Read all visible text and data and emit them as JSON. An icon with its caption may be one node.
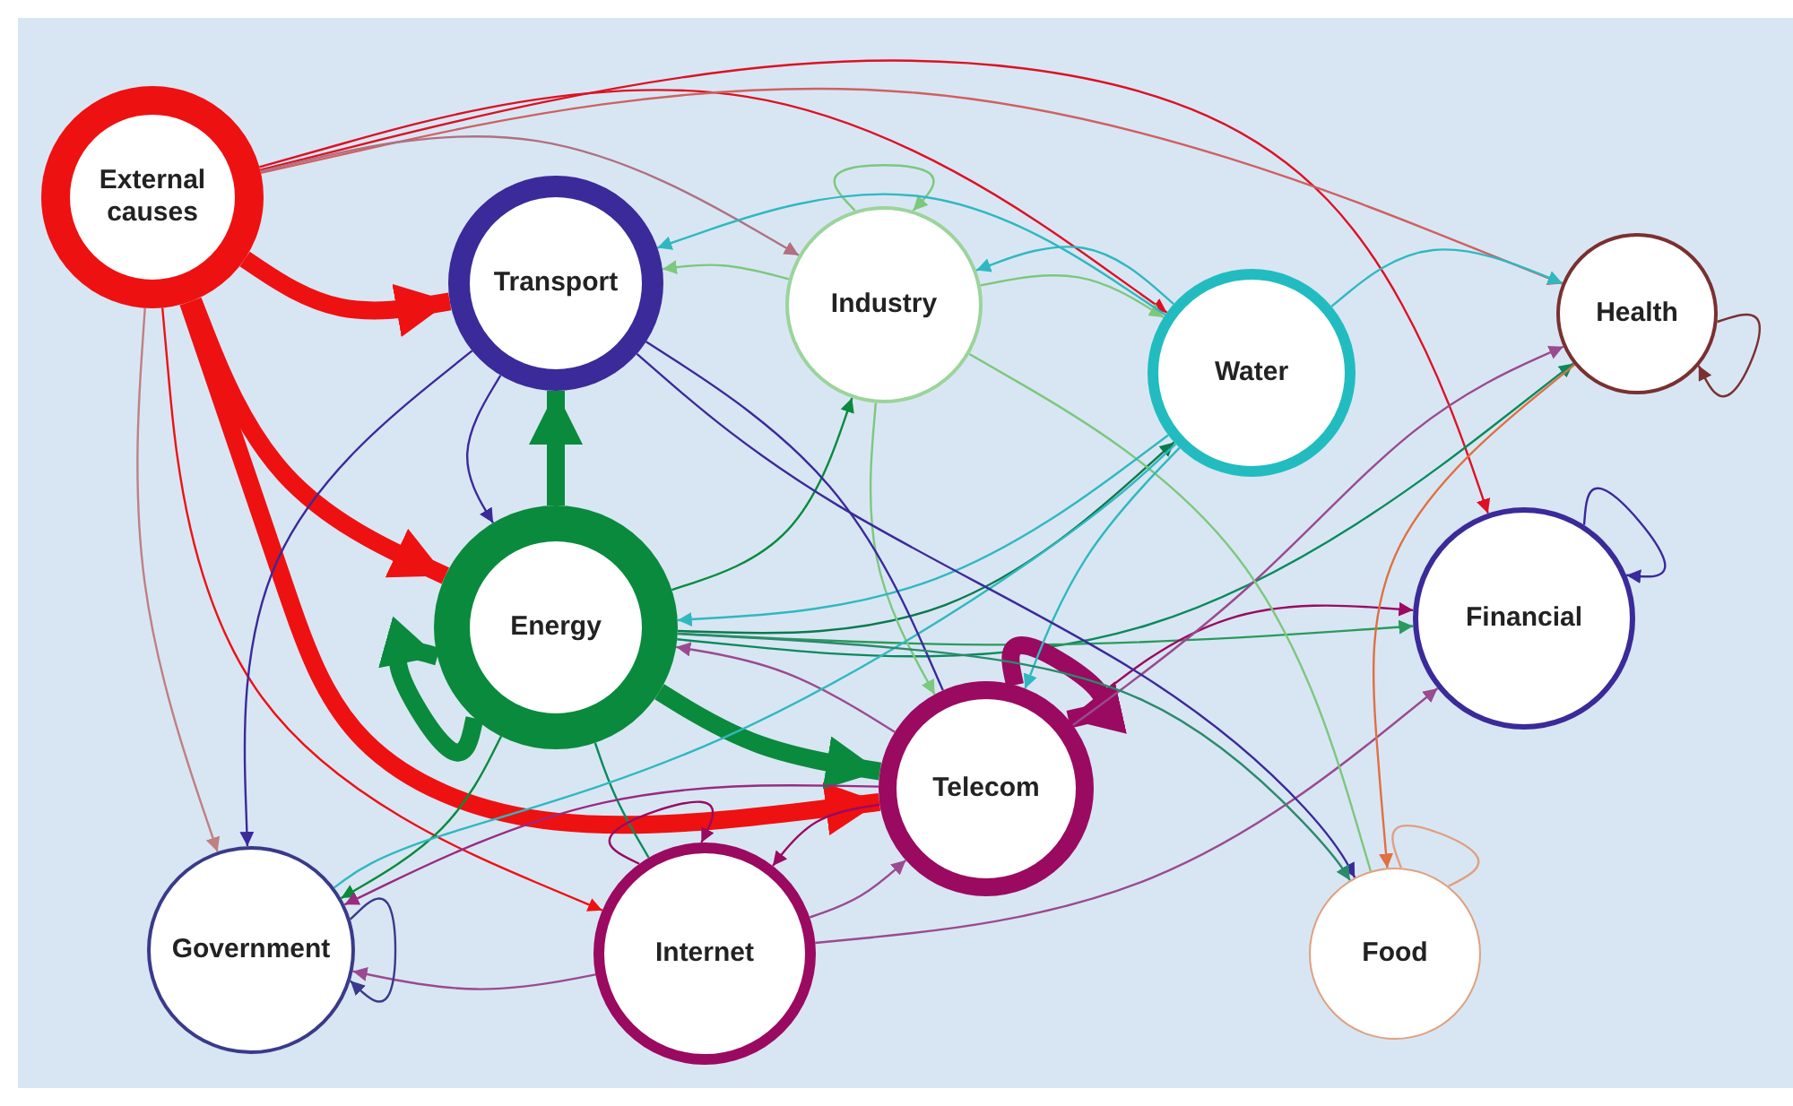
{
  "diagram": {
    "nodes": [
      {
        "text": [
          "External causes"
        ]
      },
      {
        "text": [
          "Transport"
        ]
      },
      {
        "text": [
          "Industry"
        ]
      },
      {
        "text": [
          "Water"
        ]
      },
      {
        "text": [
          "Health"
        ]
      },
      {
        "text": [
          "Energy"
        ]
      },
      {
        "text": [
          "Financial"
        ]
      },
      {
        "text": [
          "Telecom"
        ]
      },
      {
        "text": [
          "Government"
        ]
      },
      {
        "text": [
          "Internet"
        ]
      },
      {
        "text": [
          "Food"
        ]
      }
    ],
    "edges": [
      {
        "from": 0,
        "to": 1,
        "arrow": "to",
        "style": "thick",
        "color": "#ee1111"
      },
      {
        "from": 0,
        "to": 5,
        "arrow": "to",
        "style": "thick",
        "color": "#ee1111"
      },
      {
        "from": 0,
        "to": 7,
        "arrow": "to",
        "style": "thick",
        "color": "#ee1111"
      },
      {
        "from": 0,
        "to": 9,
        "arrow": "to",
        "color": "#ee1111"
      },
      {
        "from": 0,
        "to": 8,
        "arrow": "to",
        "color": "#c08080"
      },
      {
        "from": 0,
        "to": 3,
        "arrow": "to",
        "color": "#dd1122"
      },
      {
        "from": 0,
        "to": 6,
        "arrow": "to",
        "color": "#dd1122"
      },
      {
        "from": 0,
        "to": 4,
        "arrow": "to",
        "color": "#d06060"
      },
      {
        "from": 0,
        "to": 2,
        "arrow": "to",
        "color": "#b07080"
      },
      {
        "from": 5,
        "to": 1,
        "arrow": "to",
        "style": "thick",
        "color": "#0a8a3c"
      },
      {
        "from": 5,
        "to": 5,
        "arrow": "to",
        "style": "thick",
        "color": "#0a8a3c"
      },
      {
        "from": 5,
        "to": 7,
        "arrow": "to",
        "style": "thick",
        "color": "#0a8a3c"
      },
      {
        "from": 5,
        "to": 2,
        "arrow": "to",
        "color": "#0a8a3c"
      },
      {
        "from": 5,
        "to": 3,
        "arrow": "to",
        "color": "#0a7a4c"
      },
      {
        "from": 5,
        "to": 4,
        "arrow": "to",
        "color": "#0a8a5c"
      },
      {
        "from": 5,
        "to": 6,
        "arrow": "to",
        "color": "#2a9a5c"
      },
      {
        "from": 5,
        "to": 8,
        "arrow": "to",
        "color": "#0a8a3c"
      },
      {
        "from": 5,
        "to": 9,
        "arrow": "none",
        "color": "#0a8a5c"
      },
      {
        "from": 7,
        "to": 7,
        "arrow": "to",
        "style": "thick",
        "color": "#9a0a60"
      },
      {
        "from": 7,
        "to": 6,
        "arrow": "to",
        "color": "#9a0a60"
      },
      {
        "from": 7,
        "to": 9,
        "arrow": "to",
        "color": "#9a0a60"
      },
      {
        "from": 7,
        "to": 8,
        "arrow": "to",
        "color": "#9a2a80"
      },
      {
        "from": 7,
        "to": 5,
        "arrow": "to",
        "color": "#9a4a90"
      },
      {
        "from": 7,
        "to": 4,
        "arrow": "to",
        "color": "#9a4a90"
      },
      {
        "from": 9,
        "to": 9,
        "arrow": "to",
        "color": "#9a0a60"
      },
      {
        "from": 9,
        "to": 8,
        "arrow": "to",
        "color": "#9a4a90"
      },
      {
        "from": 9,
        "to": 6,
        "arrow": "to",
        "color": "#9a4a90"
      },
      {
        "from": 9,
        "to": 7,
        "arrow": "to",
        "color": "#9a4a90"
      },
      {
        "from": 2,
        "to": 2,
        "arrow": "to",
        "color": "#7cc87c"
      },
      {
        "from": 2,
        "to": 3,
        "arrow": "to",
        "color": "#7cc87c"
      },
      {
        "from": 2,
        "to": 1,
        "arrow": "to",
        "color": "#7cc87c"
      },
      {
        "from": 2,
        "to": 7,
        "arrow": "to",
        "color": "#7cc87c"
      },
      {
        "from": 2,
        "to": 10,
        "arrow": "none",
        "color": "#7cc87c"
      },
      {
        "from": 3,
        "to": 1,
        "arrow": "to",
        "color": "#30b8c0"
      },
      {
        "from": 3,
        "to": 4,
        "arrow": "to",
        "color": "#30b8c0"
      },
      {
        "from": 3,
        "to": 2,
        "arrow": "to",
        "color": "#30b8c0"
      },
      {
        "from": 3,
        "to": 5,
        "arrow": "to",
        "color": "#30b8c0"
      },
      {
        "from": 3,
        "to": 7,
        "arrow": "to",
        "color": "#30b8c0"
      },
      {
        "from": 3,
        "to": 8,
        "arrow": "none",
        "color": "#30b8c0"
      },
      {
        "from": 1,
        "to": 5,
        "arrow": "to",
        "color": "#3a2a9a"
      },
      {
        "from": 1,
        "to": 8,
        "arrow": "to",
        "color": "#3a2a9a"
      },
      {
        "from": 1,
        "to": 10,
        "arrow": "to",
        "color": "#3a2a9a"
      },
      {
        "from": 1,
        "to": 7,
        "arrow": "none",
        "color": "#3a2a9a"
      },
      {
        "from": 4,
        "to": 4,
        "arrow": "to",
        "color": "#7a3030"
      },
      {
        "from": 4,
        "to": 10,
        "arrow": "to",
        "color": "#e07040"
      },
      {
        "from": 6,
        "to": 6,
        "arrow": "to",
        "color": "#3a2a9a"
      },
      {
        "from": 8,
        "to": 8,
        "arrow": "to",
        "color": "#3a3a8a"
      },
      {
        "from": 10,
        "to": 10,
        "arrow": "none",
        "color": "#e0a080"
      },
      {
        "from": 5,
        "to": 10,
        "arrow": "to",
        "color": "#2a8a6c"
      }
    ]
  }
}
